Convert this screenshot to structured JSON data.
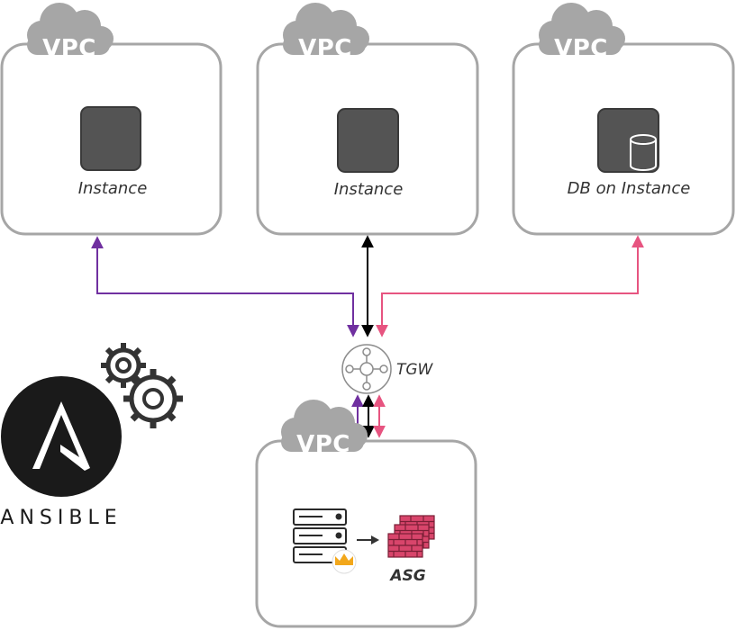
{
  "diagram": {
    "vpc_label": "VPC",
    "nodes": {
      "instance_left": "Instance",
      "instance_center": "Instance",
      "db_instance": "DB on Instance",
      "tgw": "TGW",
      "asg": "ASG"
    },
    "brand": {
      "ansible_text": "ANSIBLE"
    },
    "icons": {
      "vpc_cloud": "cloud-icon",
      "instance": "ec2-instance-icon",
      "db": "database-icon",
      "tgw": "transit-gateway-icon",
      "server": "server-stack-icon",
      "crown": "crown-icon",
      "asg": "brick-wall-icon",
      "ansible_logo": "ansible-logo",
      "gears": "gears-icon"
    },
    "colors": {
      "vpc_border": "#a6a6a6",
      "cloud": "#a6a6a6",
      "instance": "#545454",
      "link_purple": "#7030a0",
      "link_black": "#000000",
      "link_pink": "#e75480",
      "asg": "#d8456b",
      "ansible": "#1a1a1a"
    }
  }
}
